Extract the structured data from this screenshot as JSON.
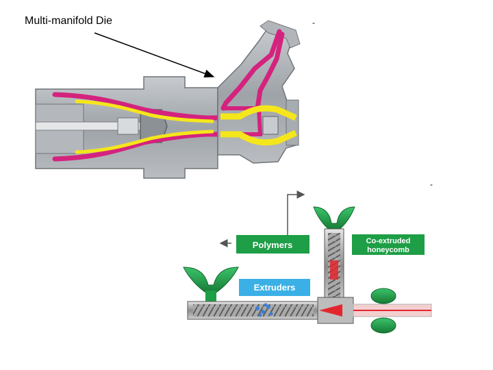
{
  "caption": "Multi-manifold Die",
  "dash_top": "-",
  "dash_right": "-",
  "labels": {
    "polymers": "Polymers",
    "coextruded_line1": "Co-extruded",
    "coextruded_line2": "honeycomb",
    "extruders": "Extruders"
  },
  "colors": {
    "magenta": "#d4237e",
    "yellow": "#f5e61b",
    "steel": "#9aa0a6",
    "green": "#1e9e46",
    "blue_label": "#3bb0e6",
    "red_flow": "#e3262e"
  }
}
